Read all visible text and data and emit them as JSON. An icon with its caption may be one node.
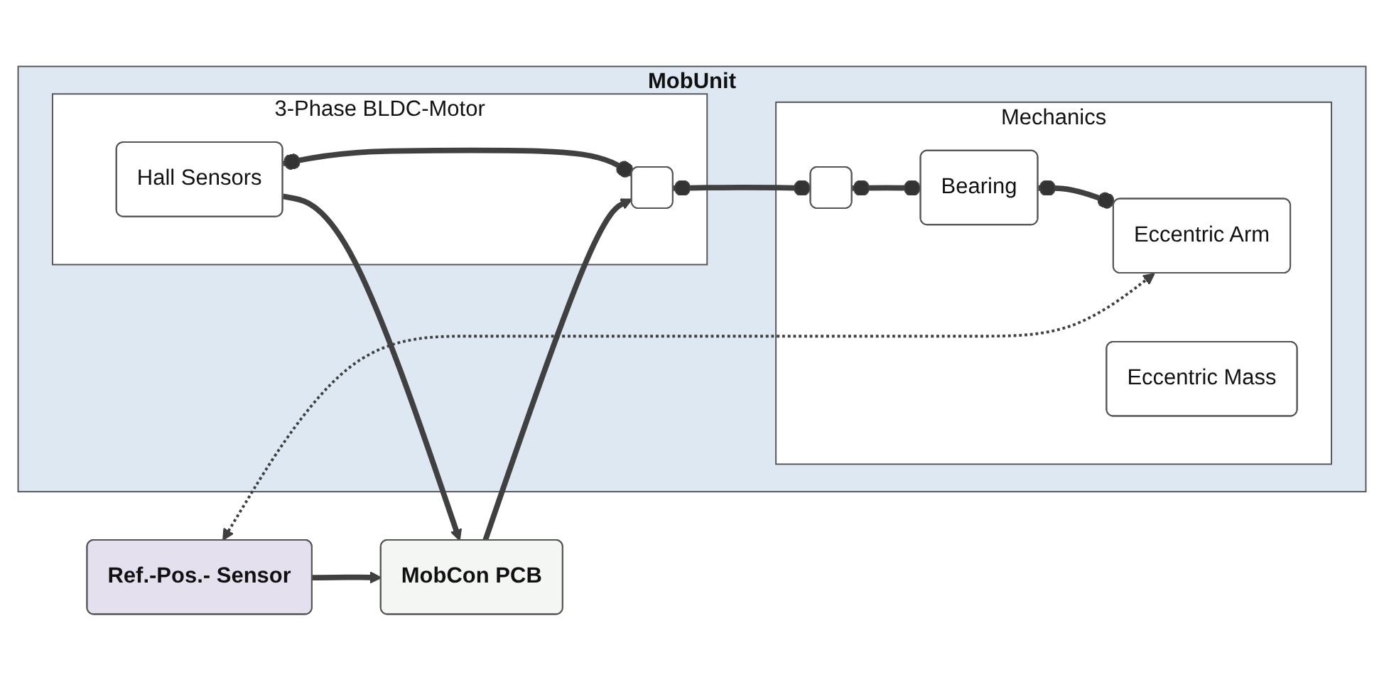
{
  "diagram": {
    "nodes": [
      {
        "text": [
          "MobCon PCB"
        ]
      },
      {
        "text": [
          "MobUnit"
        ]
      },
      {
        "text": [
          "3-Phase BLDC-Motor"
        ],
        "in": 1
      },
      {
        "text": [
          "Hall Sensors"
        ],
        "in": 2
      },
      {
        "text": [],
        "shape": "box",
        "in": 2
      },
      {
        "text": [
          "Mechanics"
        ],
        "in": 1
      },
      {
        "text": [],
        "shape": "box",
        "in": 5
      },
      {
        "text": [
          "Bearing"
        ],
        "in": 5
      },
      {
        "text": [
          "Eccentric Arm"
        ],
        "in": 5
      },
      {
        "text": [
          "Eccentric Mass"
        ],
        "in": 5
      },
      {
        "text": [
          "Ref.-Pos.- Sensor"
        ]
      }
    ],
    "edges": [
      {
        "from": 3,
        "to": 0,
        "arrow": "to"
      },
      {
        "from": 3,
        "to": 4,
        "arrow": "other"
      },
      {
        "from": 4,
        "to": 6,
        "arrow": "other"
      },
      {
        "from": 6,
        "to": 7,
        "arrow": "other"
      },
      {
        "from": 7,
        "to": 8,
        "arrow": "other"
      },
      {
        "from": 0,
        "to": 4,
        "arrow": "to"
      },
      {
        "from": 10,
        "to": 0,
        "arrow": "to"
      },
      {
        "from": 10,
        "to": 8,
        "arrow": "both",
        "style": "dashed"
      }
    ]
  }
}
